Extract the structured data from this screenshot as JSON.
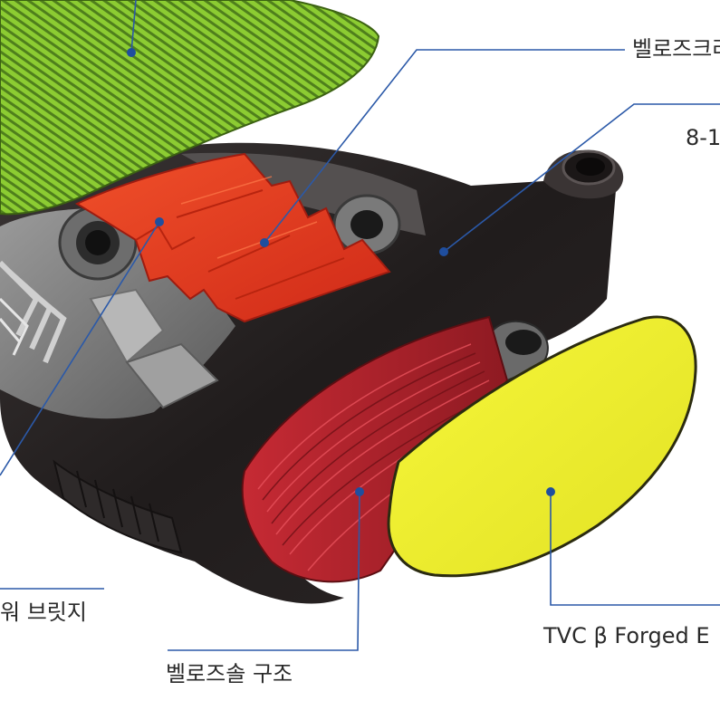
{
  "labels": {
    "top_right": "벨로즈크라",
    "right_number": "8-1",
    "left_bottom": "워 브릿지",
    "bottom_center": "벨로즈솔 구조",
    "bottom_right": "TVC β Forged E"
  },
  "colors": {
    "green_plate": "#86c832",
    "red_component": "#e23a20",
    "dark_red_sole": "#b31f2a",
    "black_body": "#231f1f",
    "yellow_plate": "#eef02c",
    "leader_line": "#2b59a8",
    "leader_dot": "#1f4e9e"
  }
}
